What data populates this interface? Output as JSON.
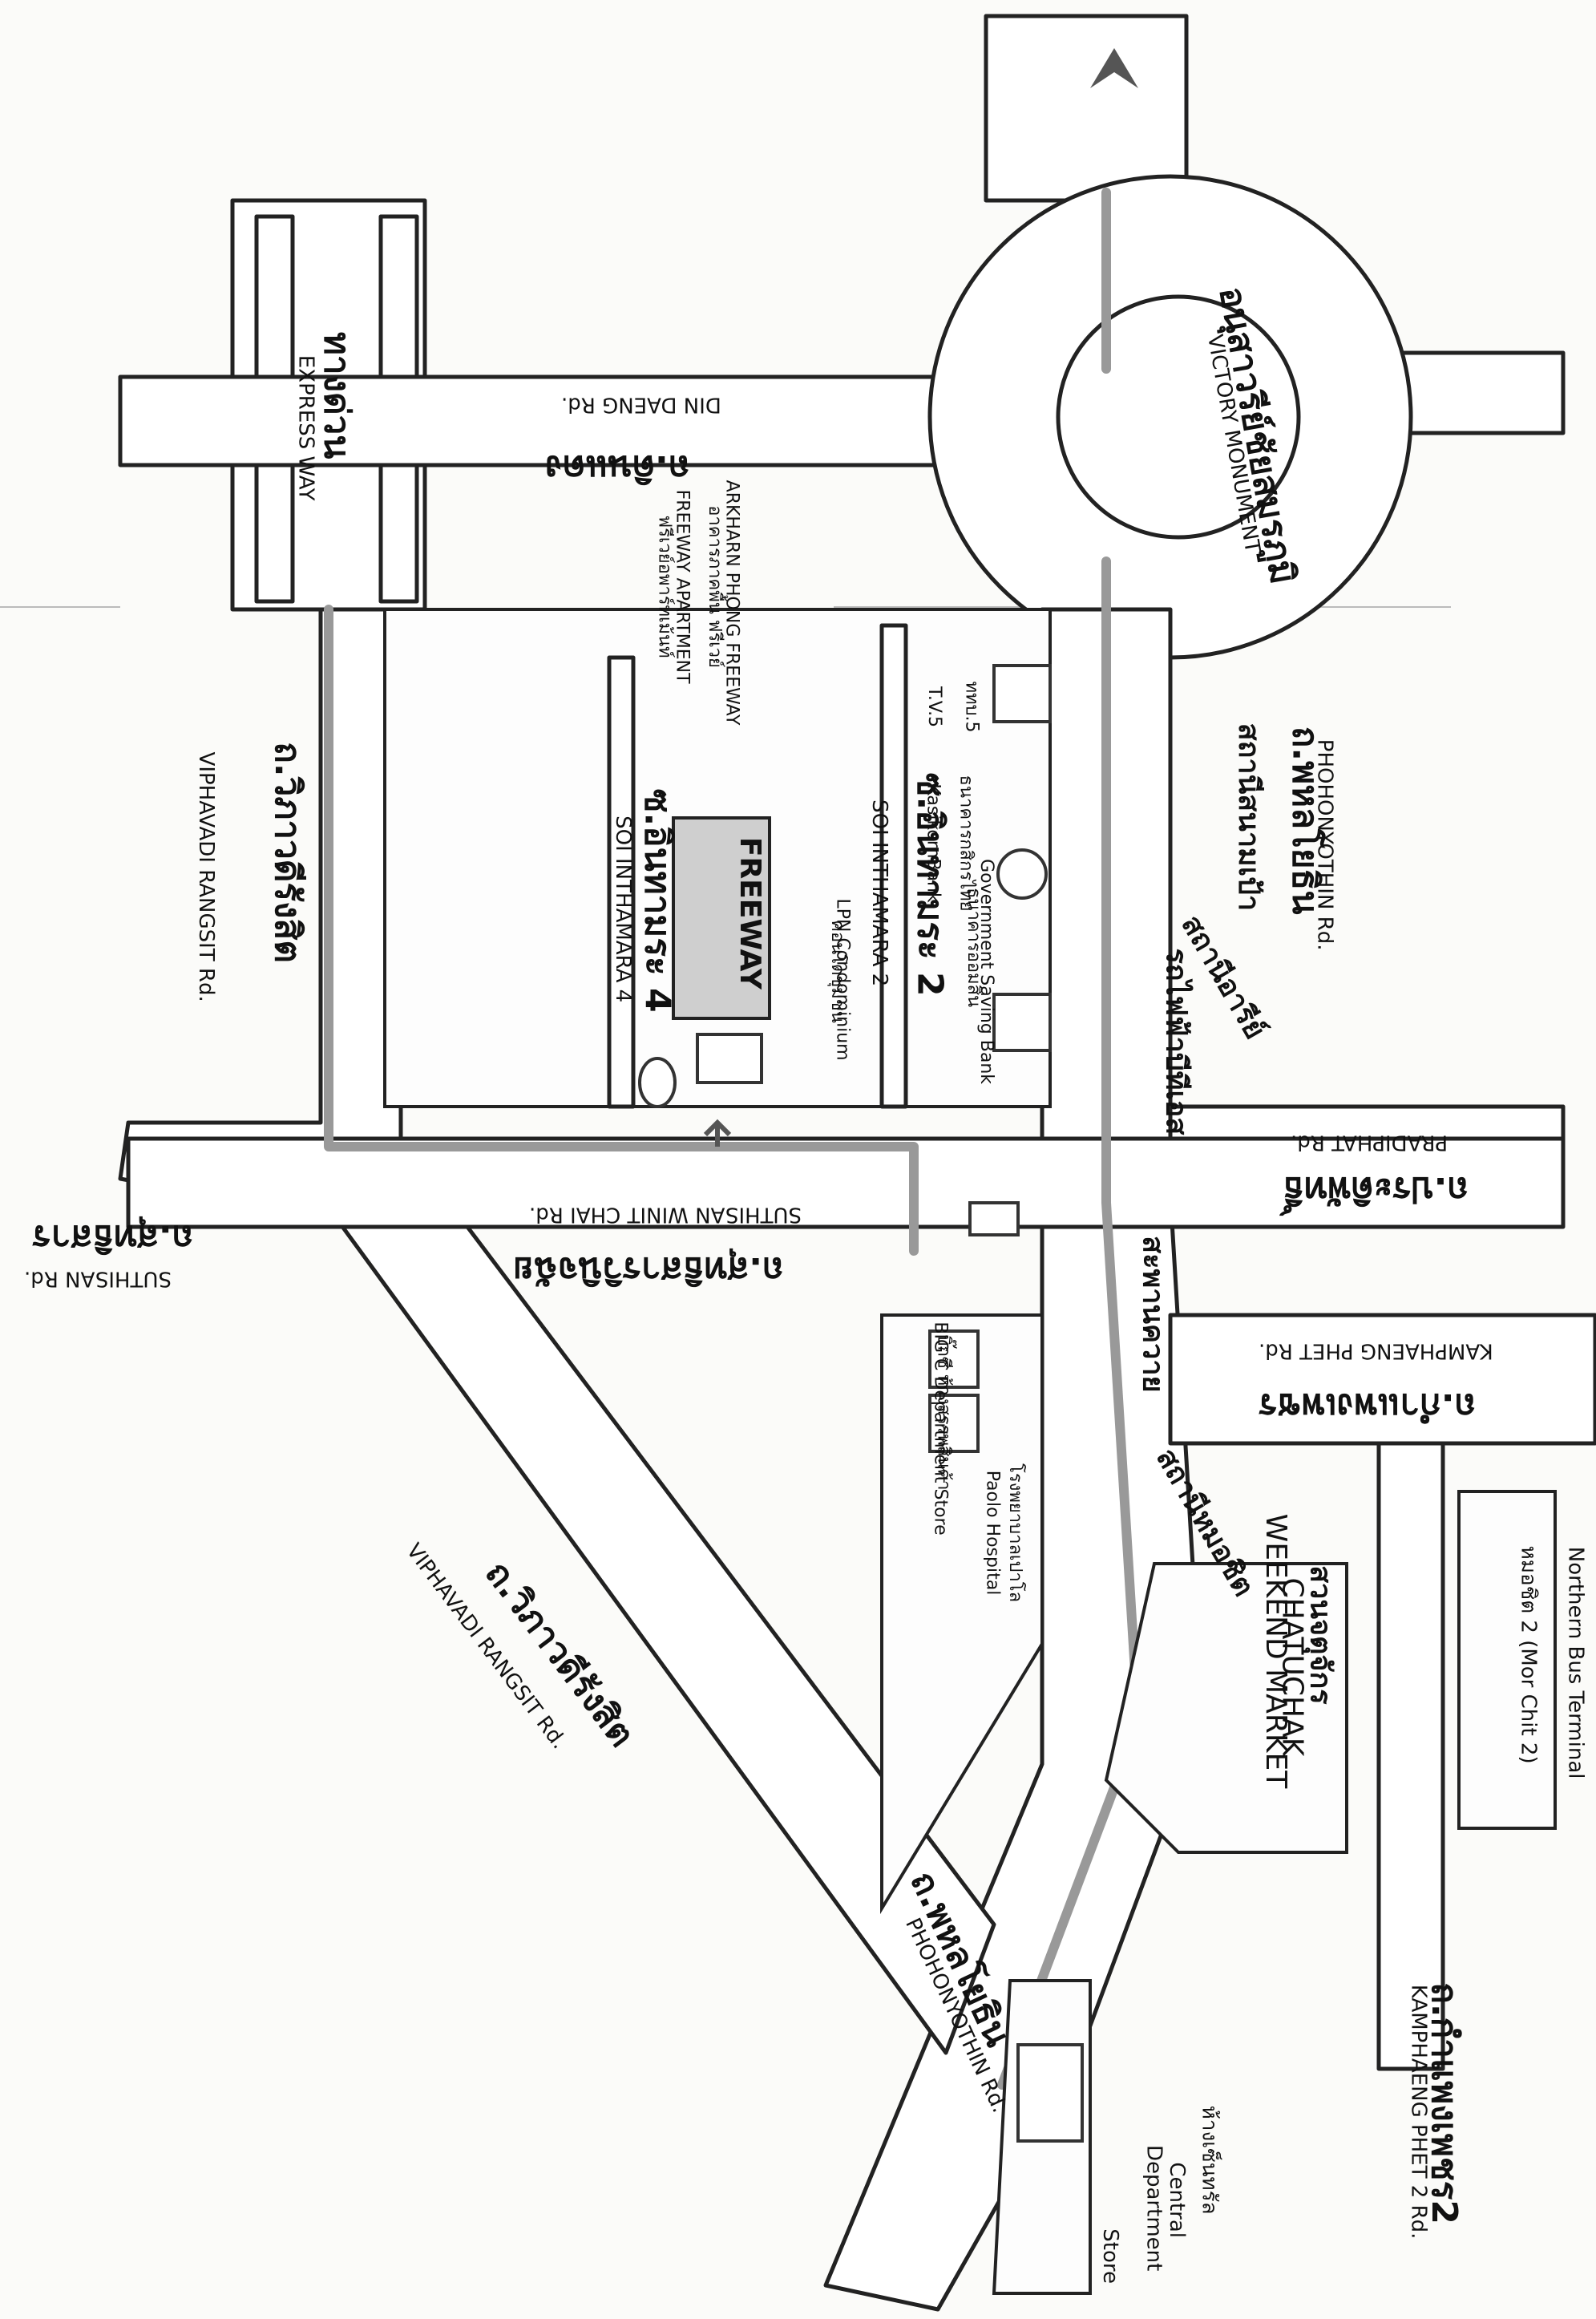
{
  "roads": {
    "expressway": {
      "th": "ทางด่วน",
      "en": "EXPRESS WAY"
    },
    "din_daeng": {
      "th": "ถ.ดินแดง",
      "en": "DIN DAENG Rd."
    },
    "victory_monument": {
      "th": "อนุสาวรีย์ชัยสมรภูมิ",
      "en": "VICTORY MONUMENT"
    },
    "phahonyothin_top": {
      "th": "ถ.พหลโยธิน",
      "en": "PHOHONYOTHIN Rd."
    },
    "phahonyothin_bottom": {
      "th": "ถ.พหลโยธิน",
      "en": "PHOHONYOTHIN Rd."
    },
    "vibhavadi_top": {
      "th": "ถ.วิภาวดีรังสิต",
      "en": "VIPHAVADI RANGSIT Rd."
    },
    "vibhavadi_bottom": {
      "th": "ถ.วิภาวดีรังสิต",
      "en": "VIPHAVADI RANGSIT Rd."
    },
    "suthisan_winit_chai": {
      "th": "ถ.สุทธิสารวินิจฉัย",
      "en": "SUTHISAN WINIT CHAI Rd."
    },
    "suthisan": {
      "th": "ถ.สุทธิสาร",
      "en": "SUTHISAN Rd."
    },
    "pradiphat": {
      "th": "ถ.ประดิพัทธิ์",
      "en": "PRADIPHAT Rd."
    },
    "kamphaeng_phet": {
      "th": "ถ.กำแพงเพชร",
      "en": "KAMPHAENG PHET Rd."
    },
    "kamphaeng_phet_2": {
      "th": "ถ.กำแพงเพชร2",
      "en": "KAMPHAENG PHET 2 Rd."
    },
    "soi_inthamara_2": {
      "th": "ซ.อินทามระ 2",
      "en": "SOI INTHAMARA 2"
    },
    "soi_inthamara_4": {
      "th": "ซ.อินทามระ 4",
      "en": "SOI INTHAMARA 4"
    }
  },
  "bts_stations": {
    "sanam_pao": "สถานีสนามเป้า",
    "ari": "สถานีอารีย์",
    "saphan_khwai": "สะพานควาย",
    "mo_chit": "สถานีหมอชิต",
    "rail_text": "รถไฟฟ้าบีทีเอส"
  },
  "landmarks": {
    "tv5": {
      "th": "ททบ.5",
      "en": "T.V.5"
    },
    "kasikorn": {
      "th": "ธนาคารกสิกรไทย",
      "en": "KasikornBank"
    },
    "gsb": {
      "th": "ธนาคารออมสิน",
      "en": "Government Saving Bank"
    },
    "freeway": {
      "sign": "FREEWAY",
      "th": "อาคารภาคพื้น ฟรีเวย์",
      "en": "ARKHARN PHONG FREEWAY",
      "th2": "ฟรีเวย์อพาร์ทเม้นท์",
      "en2": "FREEWAY APARTMENT"
    },
    "condo": {
      "th": "คอนโดชุมชน",
      "en": "LPN Condominium"
    },
    "paolo": {
      "th": "โรงพยาบาลเปาโล",
      "en": "Paolo Hospital"
    },
    "big_c": {
      "th": "บิ๊กซี ห้างสรรพสินค้า",
      "en": "BIG C Department Store"
    },
    "chatuchak": {
      "th": "สวนจตุจักร",
      "en1": "CHATUCHAK",
      "en2": "WEEKEND MARKET"
    },
    "bus_terminal": {
      "th": "หมอชิต 2 (Mor Chit 2)",
      "en": "Northern Bus Terminal"
    },
    "central": {
      "th": "ห้างเซ็นทรัล",
      "en1": "Central",
      "en2": "Department",
      "en3": "Store"
    }
  },
  "map_colors": {
    "ink": "#222222",
    "paper": "#fbfbf9",
    "bts_line": "#999999"
  }
}
